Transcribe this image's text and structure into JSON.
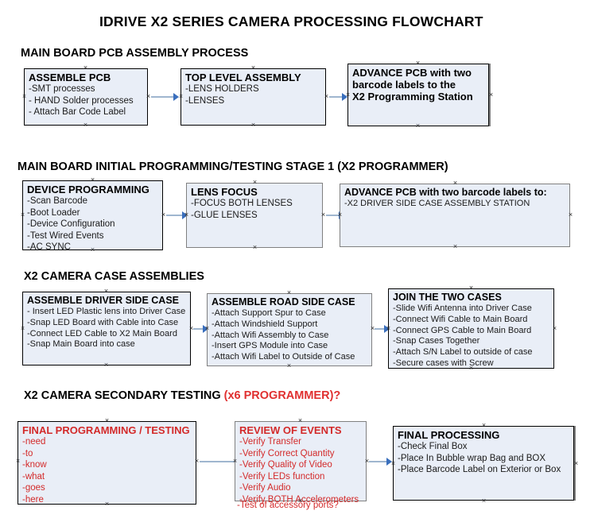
{
  "document": {
    "title": "IDRIVE X2  SERIES CAMERA PROCESSING FLOWCHART",
    "accent_red": "#d32a2a",
    "box_fill": "#e9eef7",
    "connector_color": "#9fb6cf",
    "arrowhead_color": "#3a6fbd"
  },
  "sections": [
    {
      "heading": "MAIN BOARD PCB ASSEMBLY PROCESS",
      "heading_accent": "",
      "boxes": [
        {
          "title": "ASSEMBLE PCB",
          "lines": [
            "-SMT processes",
            "- HAND Solder processes",
            "- Attach Bar Code Label"
          ]
        },
        {
          "title": "TOP LEVEL ASSEMBLY",
          "lines": [
            "-LENS HOLDERS",
            "-LENSES"
          ]
        },
        {
          "title": "ADVANCE PCB with two",
          "lines": [
            "barcode labels to the",
            " X2 Programming Station"
          ]
        }
      ]
    },
    {
      "heading": "MAIN BOARD INITIAL PROGRAMMING/TESTING STAGE 1 (X2 PROGRAMMER)",
      "heading_accent": "",
      "boxes": [
        {
          "title": "DEVICE PROGRAMMING",
          "lines": [
            "-Scan Barcode",
            "-Boot Loader",
            "-Device Configuration",
            "-Test Wired Events",
            "-AC SYNC"
          ]
        },
        {
          "title": "LENS FOCUS",
          "lines": [
            "-FOCUS BOTH LENSES",
            "-GLUE LENSES"
          ]
        },
        {
          "title": "ADVANCE PCB with two barcode labels to:",
          "lines": [
            "-X2 DRIVER  SIDE  CASE  ASSEMBLY STATION"
          ]
        }
      ]
    },
    {
      "heading": "X2 CAMERA CASE ASSEMBLIES",
      "heading_accent": "",
      "boxes": [
        {
          "title": "ASSEMBLE DRIVER SIDE CASE",
          "lines": [
            "- Insert LED Plastic lens into Driver Case",
            "-Snap LED Board with Cable into Case",
            "-Connect LED Cable to X2 Main Board",
            "-Snap Main Board into case"
          ]
        },
        {
          "title": "ASSEMBLE ROAD SIDE CASE",
          "lines": [
            "-Attach Support Spur to Case",
            "-Attach Windshield Support",
            "-Attach Wifi Assembly to Case",
            "-Insert GPS Module into Case",
            "-Attach Wifi Label to Outside of Case"
          ]
        },
        {
          "title": "JOIN THE TWO CASES",
          "lines": [
            "-Slide Wifi Antenna into Driver Case",
            "-Connect Wifi Cable to Main Board",
            "-Connect GPS Cable to Main Board",
            "-Snap Cases Together",
            "-Attach S/N Label to outside of case",
            "-Secure cases with Screw"
          ]
        }
      ]
    },
    {
      "heading": "X2 CAMERA SECONDARY TESTING ",
      "heading_accent": "(x6 PROGRAMMER)?",
      "boxes": [
        {
          "title": "FINAL PROGRAMMING / TESTING",
          "lines": [
            "-need",
            "-to",
            "-know",
            "-what",
            "-goes",
            "-here"
          ]
        },
        {
          "title": "REVIEW OF EVENTS",
          "lines": [
            "-Verify Transfer",
            "-Verify Correct Quantity",
            "-Verify Quality of Video",
            "-Verify LEDs function",
            "-Verify Audio",
            "-Verify BOTH Accelerometers"
          ],
          "overflow_line": "-Test of accessory ports?"
        },
        {
          "title": "FINAL PROCESSING",
          "lines": [
            " -Check Final Box",
            "-Place In Bubble wrap Bag and BOX",
            "-Place Barcode Label on Exterior or Box"
          ]
        }
      ]
    }
  ]
}
